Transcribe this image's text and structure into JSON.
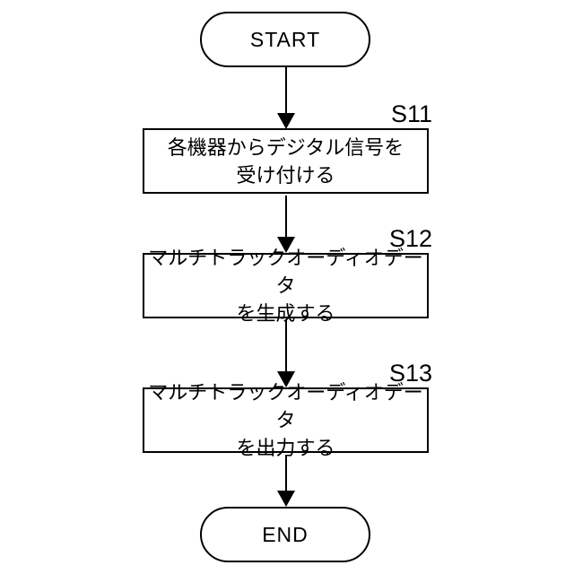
{
  "flowchart": {
    "start": {
      "label": "START"
    },
    "end": {
      "label": "END"
    },
    "steps": [
      {
        "id": "S11",
        "text_line1": "各機器からデジタル信号を",
        "text_line2": "受け付ける"
      },
      {
        "id": "S12",
        "text_line1": "マルチトラックオーディオデータ",
        "text_line2": "を生成する"
      },
      {
        "id": "S13",
        "text_line1": "マルチトラックオーディオデータ",
        "text_line2": "を出力する"
      }
    ],
    "colors": {
      "stroke": "#000000",
      "background": "#ffffff",
      "text": "#000000"
    }
  }
}
